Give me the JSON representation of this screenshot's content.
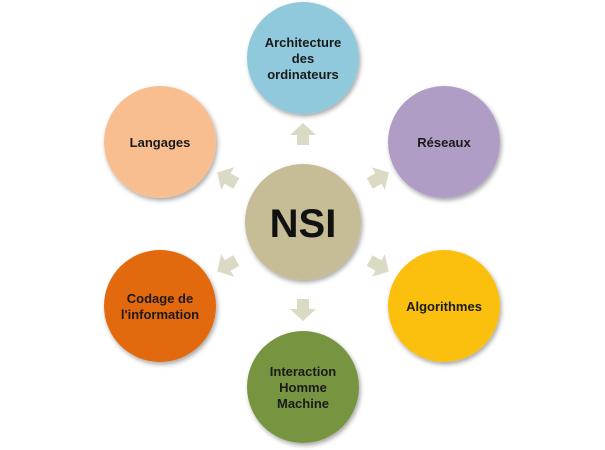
{
  "center": {
    "label": "NSI",
    "color": "#c6bc96"
  },
  "arrow_color": "#dcd9c4",
  "nodes": [
    {
      "id": "architecture",
      "lines": [
        "Architecture",
        "des",
        "ordinateurs"
      ],
      "color": "#91c9dc"
    },
    {
      "id": "reseaux",
      "lines": [
        "Réseaux"
      ],
      "color": "#b09dc6"
    },
    {
      "id": "algorithmes",
      "lines": [
        "Algorithmes"
      ],
      "color": "#fbbf0a"
    },
    {
      "id": "interaction",
      "lines": [
        "Interaction",
        "Homme",
        "Machine"
      ],
      "color": "#779540"
    },
    {
      "id": "codage",
      "lines": [
        "Codage de",
        "l'information"
      ],
      "color": "#e2690e"
    },
    {
      "id": "langages",
      "lines": [
        "Langages"
      ],
      "color": "#f9be90"
    }
  ]
}
